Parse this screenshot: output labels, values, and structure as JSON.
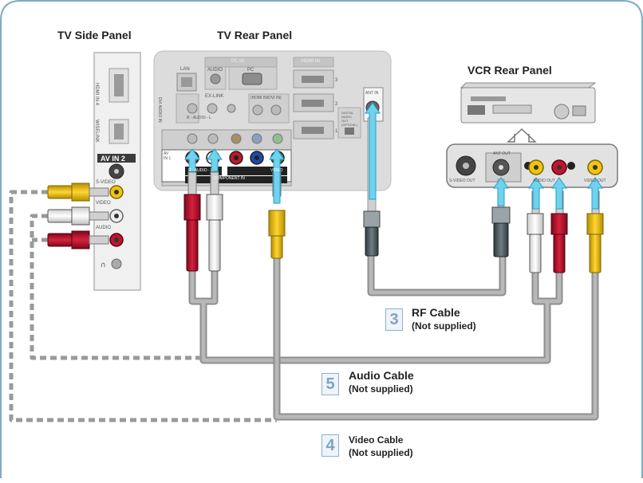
{
  "panels": {
    "side": "TV Side Panel",
    "rear": "TV Rear Panel",
    "vcr": "VCR Rear Panel"
  },
  "side_labels": {
    "hdmi": "HDMI IN 4",
    "wiselink": "WISELINK",
    "avin2": "AV IN 2",
    "svideo": "S-VIDEO",
    "video": "VIDEO",
    "audio": "AUDIO"
  },
  "rear_labels": {
    "pcin": "PC IN",
    "hdmiin": "HDMI IN",
    "lan": "LAN",
    "audio": "AUDIO",
    "pc": "PC",
    "dvi": "DVI AUDIO IN",
    "exlink": "EX-LINK",
    "hdmidvi": "(HDMI IN/DVI IN)",
    "audio_lr": "R - AUDIO - L",
    "ant_in": "ANT IN",
    "optical": "DIGITAL AUDIO OUT (OPTICAL)",
    "av_in1": "AV IN 1",
    "comp_audio": "R - AUDIO - L",
    "video": "VIDEO",
    "component_in": "COMPONENT IN",
    "h1": "1",
    "h2": "2",
    "h3": "3"
  },
  "vcr_labels": {
    "svideo_out": "S-VIDEO OUT",
    "ant_out": "ANT OUT",
    "audio_out": "AUDIO OUT",
    "video_out": "VIDEO OUT"
  },
  "cables": {
    "rf": {
      "number": "3",
      "name": "RF Cable",
      "note": "(Not supplied)"
    },
    "audio": {
      "number": "5",
      "name": "Audio Cable",
      "note": "(Not supplied)"
    },
    "video": {
      "number": "4",
      "name": "Video Cable",
      "note": "(Not supplied)"
    }
  },
  "colors": {
    "frame": "#7eaac8",
    "cable": "#a6a6a6",
    "dashed": "#9a9a9a",
    "red": "#b0102a",
    "yellow": "#e6b800",
    "white": "#e8e8e8",
    "number_text": "#7fa3c0",
    "green": "#2e8b2e",
    "blue": "#1f4aa8"
  }
}
